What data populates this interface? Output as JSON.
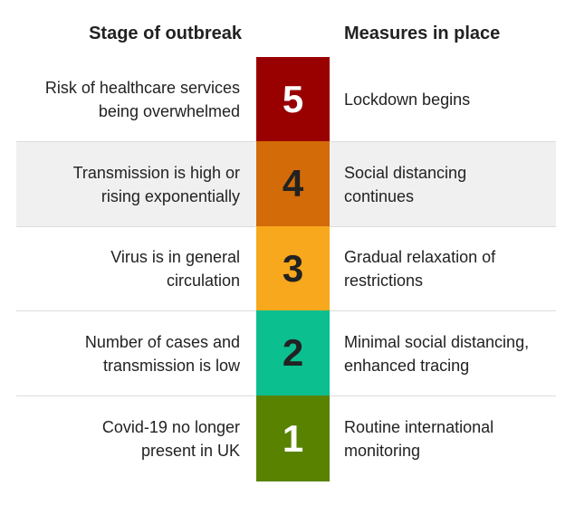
{
  "headers": {
    "stage": "Stage of outbreak",
    "measures": "Measures in place"
  },
  "levels": [
    {
      "number": "5",
      "stage": "Risk of healthcare services being overwhelmed",
      "measure": "Lockdown begins",
      "color": "#990000",
      "text_color": "#ffffff"
    },
    {
      "number": "4",
      "stage": "Transmission is high or rising exponentially",
      "measure": "Social distancing continues",
      "color": "#D26B08",
      "text_color": "#222222"
    },
    {
      "number": "3",
      "stage": "Virus is in general circulation",
      "measure": "Gradual relaxation of restrictions",
      "color": "#F8A81C",
      "text_color": "#222222"
    },
    {
      "number": "2",
      "stage": "Number of cases and transmission is low",
      "measure": "Minimal social distancing, enhanced tracing",
      "color": "#0BBF8E",
      "text_color": "#222222"
    },
    {
      "number": "1",
      "stage": "Covid-19 no longer present in UK",
      "measure": "Routine international monitoring",
      "color": "#588200",
      "text_color": "#ffffff"
    }
  ]
}
